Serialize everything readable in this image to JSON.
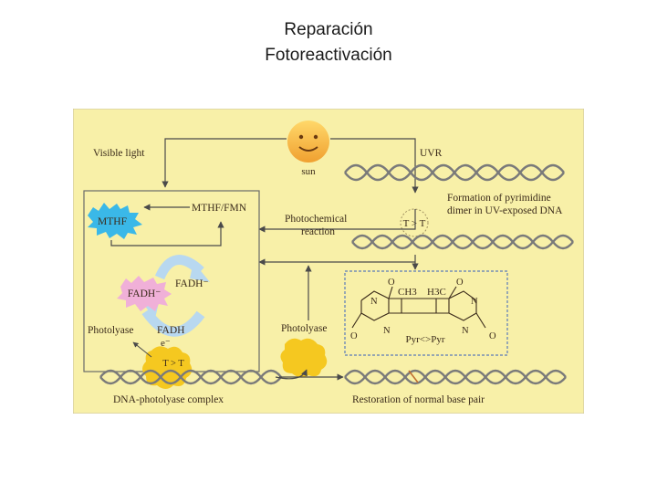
{
  "slide": {
    "title_line1": "Reparación",
    "title_line2": "Fotoreactivación"
  },
  "diagram": {
    "background": "#f8f0a8",
    "labels": {
      "visible_light": "Visible light",
      "sun": "sun",
      "uvr": "UVR",
      "mthf": "MTHF",
      "mthf_fmn": "MTHF/FMN",
      "photochemical_line1": "Photochemical",
      "photochemical_line2": "reaction",
      "formation_line1": "Formation of pyrimidine",
      "formation_line2": "dimer in UV-exposed DNA",
      "dimer_marker": "T > T",
      "fadh_minus_left": "FADH⁻",
      "fadh_minus_right": "FADH⁻",
      "photolyase_left": "Photolyase",
      "fadh": "FADH",
      "electron": "e⁻",
      "photolyase_mid": "Photolyase",
      "complex_marker": "T > T",
      "ch3": "CH3",
      "h3c": "H3C",
      "o_top_left": "O",
      "o_top_right": "O",
      "o_bottom_left": "O",
      "o_bottom_right": "O",
      "n_top_left": "N",
      "n_top_right": "N",
      "n_mid_left": "N",
      "n_mid_right": "N",
      "pyr_pyr": "Pyr<>Pyr",
      "dna_photolyase_complex": "DNA-photolyase complex",
      "restoration": "Restoration of normal base pair"
    },
    "colors": {
      "sun": "#f5b83a",
      "mthf_burst": "#3ab8e8",
      "fadh_burst": "#f0b0d8",
      "photolyase_blob": "#f5c820",
      "cycle_arrow": "#b8d8f0",
      "dna_strand": "#7a7a7a",
      "box_border": "#6a6a6a",
      "dashed_box": "#5a7ab8"
    }
  }
}
